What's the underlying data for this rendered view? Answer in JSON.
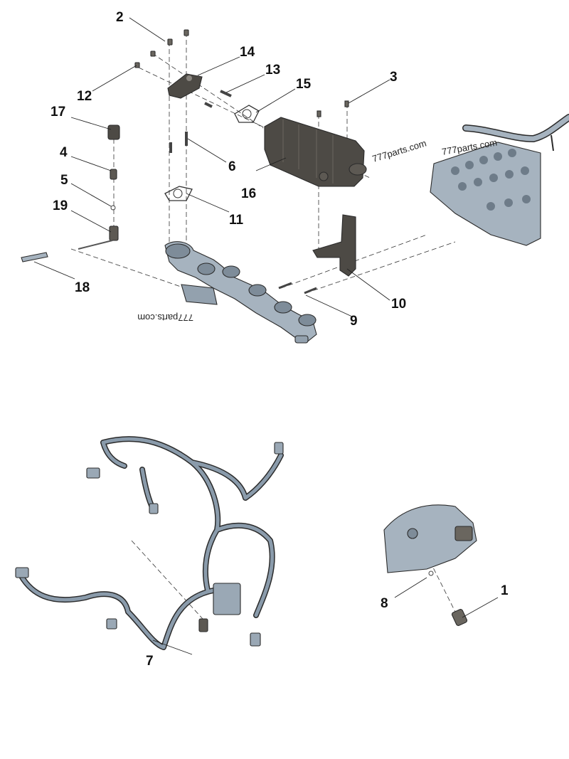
{
  "callouts": {
    "n1": "1",
    "n2": "2",
    "n3": "3",
    "n4": "4",
    "n5": "5",
    "n6": "6",
    "n7": "7",
    "n8": "8",
    "n9": "9",
    "n10": "10",
    "n11": "11",
    "n12": "12",
    "n13": "13",
    "n14": "14",
    "n15": "15",
    "n16": "16",
    "n17": "17",
    "n18": "18",
    "n19": "19"
  },
  "watermarks": {
    "cooler": "777parts.com",
    "head": "777parts.com",
    "manifold": "777parts.com"
  },
  "colors": {
    "metal_gray": "#a6b3bf",
    "dark_part": "#4d4a45",
    "harness_blue": "#8a9bab",
    "outline": "#2b2b2b"
  }
}
